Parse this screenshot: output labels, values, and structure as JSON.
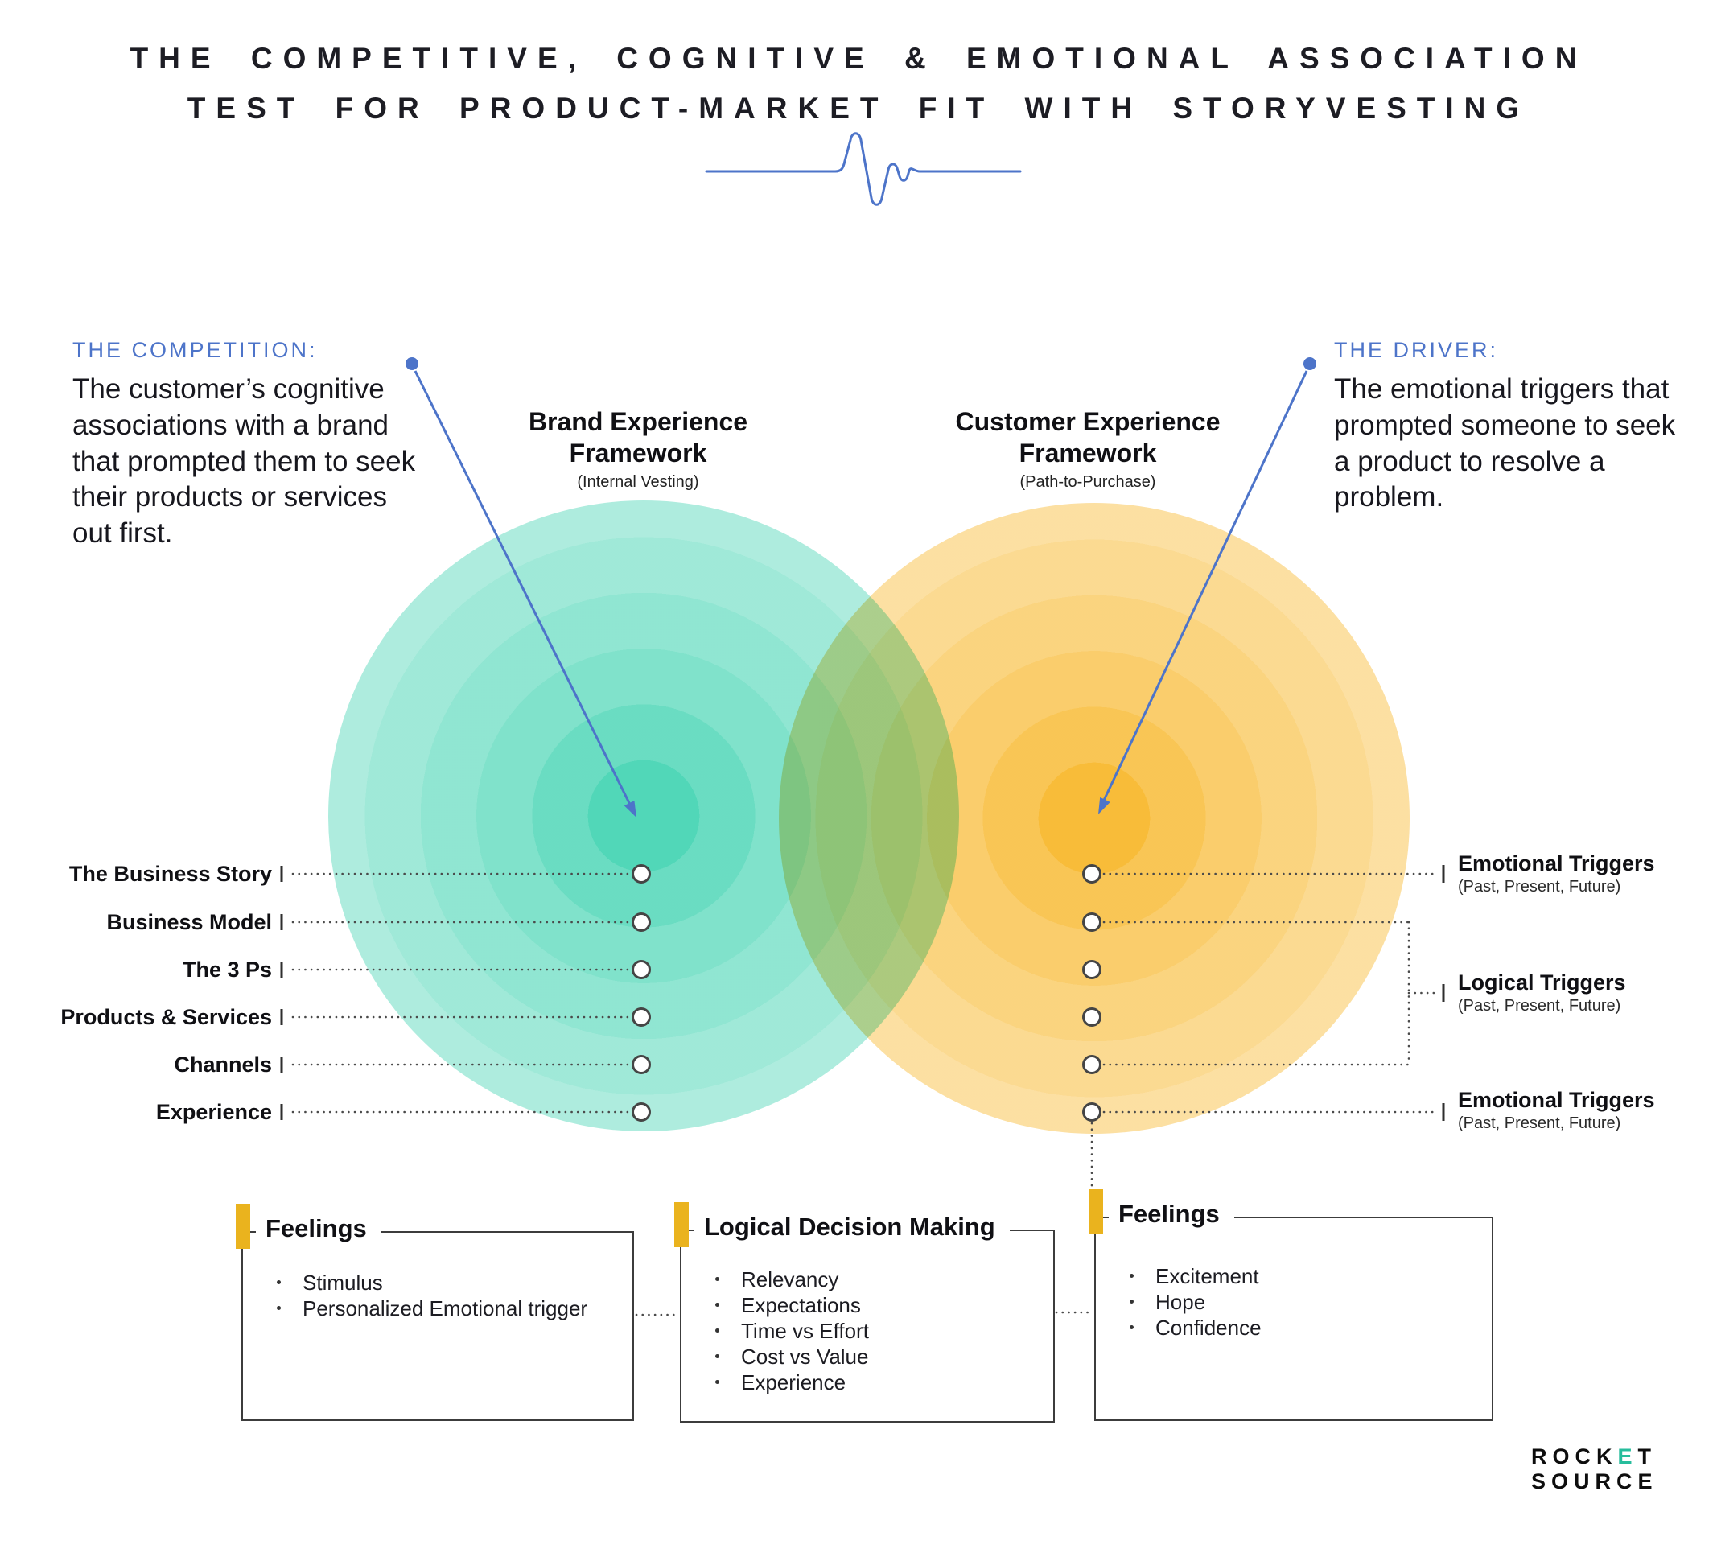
{
  "title": {
    "line1": "THE COMPETITIVE, COGNITIVE & EMOTIONAL ASSOCIATION",
    "line2": "TEST FOR PRODUCT-MARKET FIT WITH STORYVESTING"
  },
  "competition": {
    "heading": "THE COMPETITION:",
    "body": "The customer’s cognitive associations with a brand that prompted them to seek their products or services out first."
  },
  "driver": {
    "heading": "THE DRIVER:",
    "body": "The emotional triggers that prompted someone to seek a product to resolve a problem."
  },
  "brand_framework": {
    "line1": "Brand Experience",
    "line2": "Framework",
    "subtitle": "(Internal Vesting)"
  },
  "customer_framework": {
    "line1": "Customer Experience",
    "line2": "Framework",
    "subtitle": "(Path-to-Purchase)"
  },
  "rows": [
    {
      "label": "The Business Story"
    },
    {
      "label": "Business Model"
    },
    {
      "label": "The 3 Ps"
    },
    {
      "label": "Products & Services"
    },
    {
      "label": "Channels"
    },
    {
      "label": "Experience"
    }
  ],
  "right_labels": [
    {
      "title": "Emotional Triggers",
      "subtitle": "(Past, Present, Future)"
    },
    {
      "title": "Logical Triggers",
      "subtitle": "(Past, Present, Future)"
    },
    {
      "title": "Emotional Triggers",
      "subtitle": "(Past, Present, Future)"
    }
  ],
  "boxes": [
    {
      "title": "Feelings",
      "items": [
        "Stimulus",
        "Personalized Emotional trigger"
      ]
    },
    {
      "title": "Logical Decision Making",
      "items": [
        "Relevancy",
        "Expectations",
        "Time vs Effort",
        "Cost vs Value",
        "Experience"
      ]
    },
    {
      "title": "Feelings",
      "items": [
        "Excitement",
        "Hope",
        "Confidence"
      ]
    }
  ],
  "logo": {
    "word1_pre": "ROCK",
    "word1_accent": "E",
    "word1_post": "T",
    "word2": "SOURCE"
  },
  "colors": {
    "teal": "#2bcea8",
    "orange": "#f7b016",
    "blue": "#4d74c9",
    "bar_yellow": "#eab31e",
    "logo_teal": "#27bd9c"
  }
}
